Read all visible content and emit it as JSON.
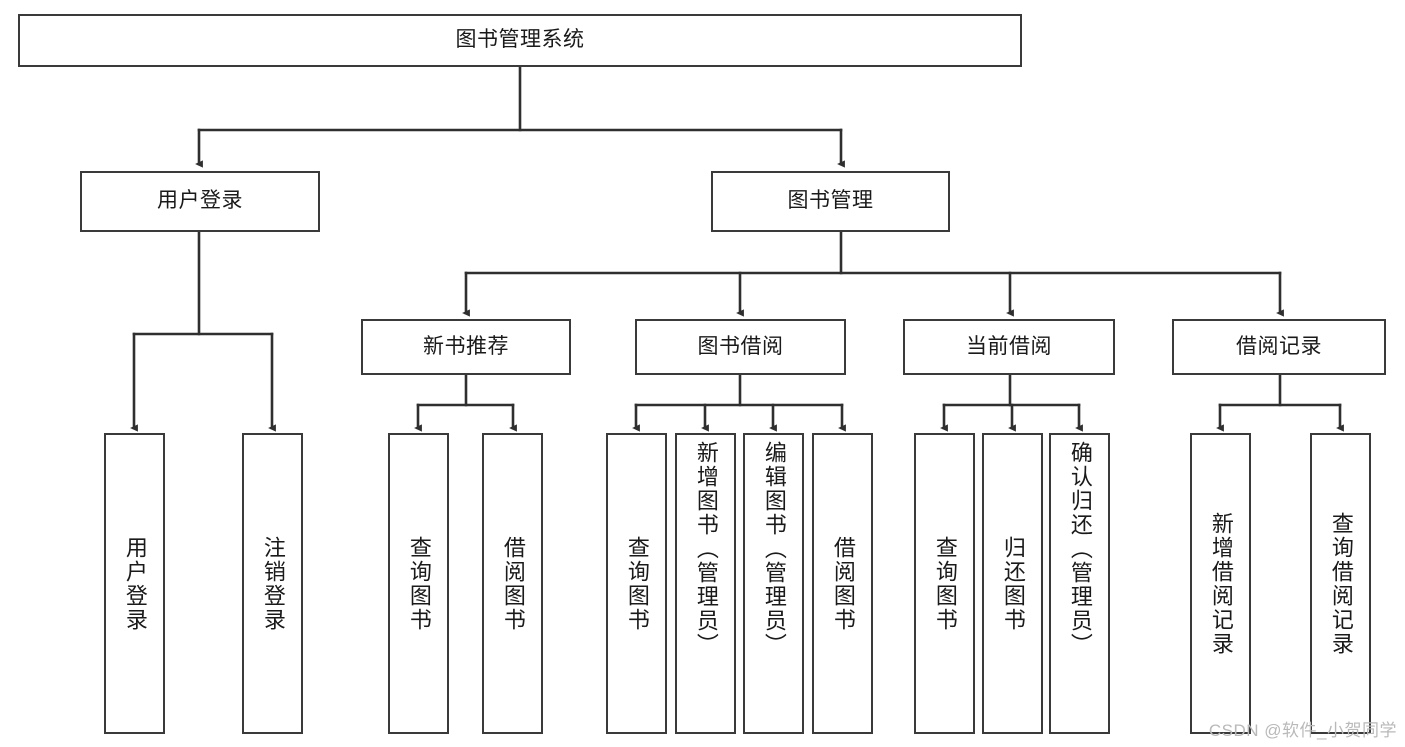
{
  "diagram": {
    "type": "tree-hierarchy",
    "title": "图书管理系统",
    "root": {
      "id": "root",
      "label": "图书管理系统",
      "level": 1
    },
    "level2": [
      {
        "id": "user-login",
        "label": "用户登录"
      },
      {
        "id": "book-manage",
        "label": "图书管理"
      }
    ],
    "level3": [
      {
        "id": "new-book-recommend",
        "label": "新书推荐",
        "parent": "book-manage"
      },
      {
        "id": "book-borrow",
        "label": "图书借阅",
        "parent": "book-manage"
      },
      {
        "id": "current-borrow",
        "label": "当前借阅",
        "parent": "book-manage"
      },
      {
        "id": "borrow-record",
        "label": "借阅记录",
        "parent": "book-manage"
      }
    ],
    "leaves": {
      "user_login": [
        {
          "id": "leaf-user-login",
          "label": "用户登录"
        },
        {
          "id": "leaf-logout",
          "label": "注销登录"
        }
      ],
      "new_book_recommend": [
        {
          "id": "leaf-query-book-1",
          "label": "查询图书"
        },
        {
          "id": "leaf-borrow-book-1",
          "label": "借阅图书"
        }
      ],
      "book_borrow": [
        {
          "id": "leaf-query-book-2",
          "label": "查询图书"
        },
        {
          "id": "leaf-add-book",
          "label": "新增图书（管理员）"
        },
        {
          "id": "leaf-edit-book",
          "label": "编辑图书（管理员）"
        },
        {
          "id": "leaf-borrow-book-2",
          "label": "借阅图书"
        }
      ],
      "current_borrow": [
        {
          "id": "leaf-query-book-3",
          "label": "查询图书"
        },
        {
          "id": "leaf-return-book",
          "label": "归还图书"
        },
        {
          "id": "leaf-confirm-return",
          "label": "确认归还（管理员）"
        }
      ],
      "borrow_record": [
        {
          "id": "leaf-add-record",
          "label": "新增借阅记录"
        },
        {
          "id": "leaf-query-record",
          "label": "查询借阅记录"
        }
      ]
    }
  },
  "watermark": {
    "text": "CSDN @软件_小贺同学"
  },
  "colors": {
    "box_border": "#3a3a3a",
    "box_fill": "#ffffff",
    "connector": "#2f2f2f",
    "text": "#1a1a1a",
    "watermark": "#b9b9b9",
    "background": "#ffffff"
  }
}
